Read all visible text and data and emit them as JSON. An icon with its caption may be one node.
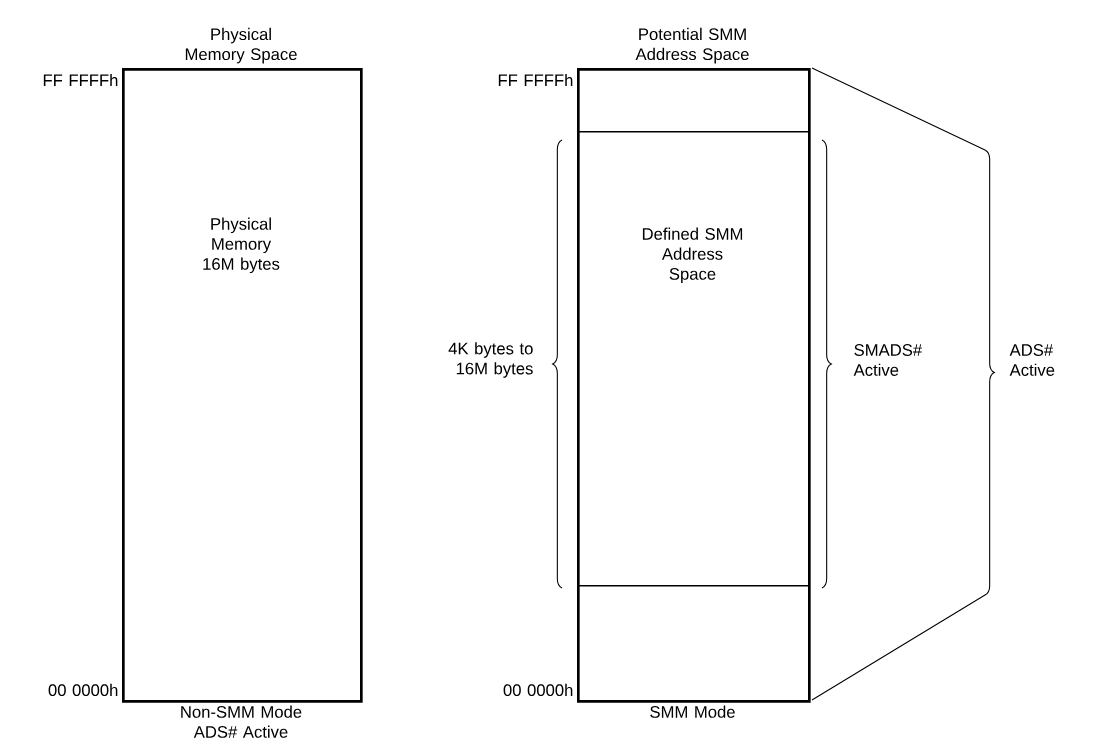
{
  "diagram": {
    "nodes": [
      {
        "text": [
          "Physical Memory Space",
          "Physical Memory 16M bytes"
        ],
        "beside": [
          "Non-SMM Mode ADS# Active"
        ]
      },
      {
        "text": [
          "Potential SMM Address Space"
        ],
        "beside": [
          "SMM Mode"
        ]
      },
      {
        "text": [
          "Defined SMM Address Space"
        ],
        "in": 1
      }
    ],
    "edges": [],
    "labels": [
      "FF FFFFh",
      "00 0000h",
      "FF FFFFh",
      "4K bytes to 16M bytes",
      "SMADS# Active",
      "ADS# Active",
      "00 0000h"
    ]
  }
}
